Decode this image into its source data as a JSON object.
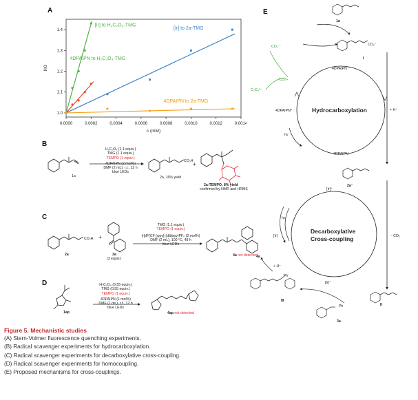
{
  "panels": {
    "A": "A",
    "B": "B",
    "C": "C",
    "D": "D",
    "E": "E"
  },
  "panelA": {
    "chart_data": {
      "type": "scatter",
      "xlabel": "c (mM)",
      "ylabel": "I/I0",
      "xlim": [
        0,
        0.0014
      ],
      "ylim": [
        0.98,
        1.45
      ],
      "x_ticks": [
        "0.0000",
        "0.0002",
        "0.0004",
        "0.0006",
        "0.0008",
        "0.0010",
        "0.0012",
        "0.0014"
      ],
      "y_ticks": [
        "1.0",
        "1.1",
        "1.2",
        "1.3",
        "1.4"
      ],
      "series": [
        {
          "name": "[Ir] to H2C2O4-TMG",
          "color": "#52b147",
          "points": [
            [
              0,
              1.0
            ],
            [
              5e-05,
              1.12
            ],
            [
              0.0001,
              1.2
            ],
            [
              0.00015,
              1.3
            ],
            [
              0.0002,
              1.43
            ]
          ],
          "fit": [
            [
              0,
              1.0
            ],
            [
              0.000205,
              1.44
            ]
          ]
        },
        {
          "name": "4DPAIPN to H2C2O4-TMG",
          "color": "#ef4a2a",
          "points": [
            [
              0,
              1.0
            ],
            [
              5e-05,
              1.04
            ],
            [
              0.0001,
              1.06
            ],
            [
              0.00015,
              1.1
            ],
            [
              0.0002,
              1.14
            ]
          ],
          "fit": [
            [
              0,
              1.0
            ],
            [
              0.00022,
              1.15
            ]
          ]
        },
        {
          "name": "[Ir] to 2a-TMG",
          "color": "#3f84c8",
          "points": [
            [
              0,
              1.0
            ],
            [
              0.00033,
              1.09
            ],
            [
              0.00067,
              1.16
            ],
            [
              0.001,
              1.3
            ],
            [
              0.00133,
              1.4
            ]
          ],
          "fit": [
            [
              0,
              1.0
            ],
            [
              0.00135,
              1.38
            ]
          ]
        },
        {
          "name": "4DPAIPN to 2a-TMG",
          "color": "#f5a21e",
          "points": [
            [
              0,
              1.0
            ],
            [
              0.00033,
              1.02
            ],
            [
              0.00067,
              1.01
            ],
            [
              0.001,
              1.02
            ],
            [
              0.00133,
              1.02
            ]
          ],
          "fit": [
            [
              0,
              1.0
            ],
            [
              0.00135,
              1.02
            ]
          ]
        }
      ],
      "labels": {
        "ir_oxalate": "[Ir] to H₂C₂O₄-TMG",
        "dpa_oxalate": "4DPAIPN to H₂C₂O₄-TMG",
        "ir_2a": "[Ir] to 2a-TMG",
        "dpa_2a": "4DPAIPN to 2a-TMG"
      }
    }
  },
  "panelB": {
    "cond1": "H₂C₂O₄ (1.1 equiv.)",
    "cond2": "TMG (1.1 equiv.)",
    "cond3": "TEMPO (1 equiv.)",
    "cond4": "4DPAIPN (2 mol%)",
    "cond5": "DMF (2 mL), r.t., 12 h",
    "cond6": "blue LEDs",
    "sm": "1a",
    "prod1": "2a, 16% yield",
    "prod2": "2a-TEMPO, 8% yield",
    "prod2b": "confirmed by NMR and HRMS",
    "plus": "+",
    "co2h": "CO₂H"
  },
  "panelC": {
    "sm1": "2a",
    "sm2": "3a",
    "sm2eq": "(3 equiv.)",
    "cond1": "TMG (1.1 equiv.)",
    "cond2": "TEMPO (1 equiv.)",
    "cond3": "Ir[dF(CF₃)ppy]₂(dtbbpy)PF₆ (2 mol%)",
    "cond4": "DMF (2 mL), 100 °C, 48 h",
    "cond5": "blue LEDs",
    "prod": "4a",
    "prod_note": "not detected",
    "plus": "+",
    "co2h": "CO₂H"
  },
  "panelD": {
    "sm": "1ap",
    "cond1": "H₂C₂O₄ (0.55 equiv.)",
    "cond2": "TMG (0.55 equiv.)",
    "cond3": "TEMPO (1 equiv.)",
    "cond4": "4DPAIPN (1 mol%)",
    "cond5": "DMF (1 mL), r.t., 12 h",
    "cond6": "blue LEDs",
    "prod": "4ap",
    "prod_note": "not detected"
  },
  "panelE": {
    "cycle1": "Hydrocarboxylation",
    "cycle2a": "Decarboxylative",
    "cycle2b": "Cross-coupling",
    "sp_1a": "1a",
    "sp_I": "I",
    "sp_2a": "2a⁻",
    "sp_II": "II",
    "sp_III": "III",
    "sp_3a": "3a",
    "sp_4a": "4a",
    "co2rad": "CO₂˙⁻",
    "minus_co2": "- CO₂",
    "c2o4": "C₂O₄²⁻",
    "dpa_rad": "4DPAIPN˙⁻",
    "dpa_star": "4DPAIPN*",
    "dpa": "4DPAIPN",
    "hplus": "+ H⁺",
    "hv": "hν",
    "ir3": "[Ir]⁺",
    "ir_star": "[Ir]",
    "ir2": "[Ir]⁺",
    "minus_co2b": "- CO₂",
    "hplus2": "+ H⁺",
    "hv2": "hν",
    "ph": "Ph",
    "co2minus": "CO₂⁻",
    "hn": "N",
    "o": "O"
  },
  "caption": {
    "title": "Figure 5. Mechanistic studies",
    "lineA": "(A) Stern-Volmer fluorescence quenching experiments.",
    "lineB": "(B) Radical scavenger experiments for hydrocarboxylation.",
    "lineC": "(C) Radical scavenger experiments for decarboxylative cross-coupling.",
    "lineD": "(D) Radical scavenger experiments for homocoupling.",
    "lineE": "(E) Proposed mechanisms for cross-couplings."
  }
}
